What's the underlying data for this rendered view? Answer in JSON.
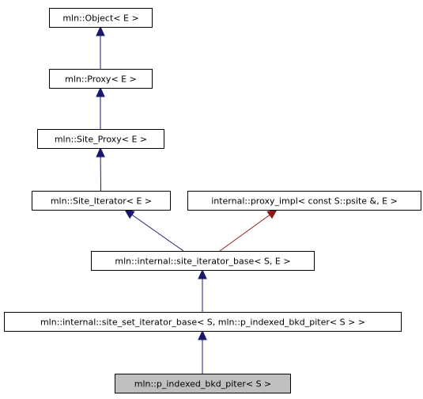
{
  "diagram": {
    "nodes": [
      {
        "id": "object",
        "label": "mln::Object< E >",
        "highlighted": false
      },
      {
        "id": "proxy",
        "label": "mln::Proxy< E >",
        "highlighted": false
      },
      {
        "id": "site_proxy",
        "label": "mln::Site_Proxy< E >",
        "highlighted": false
      },
      {
        "id": "site_iterator",
        "label": "mln::Site_Iterator< E >",
        "highlighted": false
      },
      {
        "id": "proxy_impl",
        "label": "internal::proxy_impl< const S::psite &, E >",
        "highlighted": false
      },
      {
        "id": "site_iterator_base",
        "label": "mln::internal::site_iterator_base< S, E >",
        "highlighted": false
      },
      {
        "id": "site_set_iterator_base",
        "label": "mln::internal::site_set_iterator_base< S, mln::p_indexed_bkd_piter< S > >",
        "highlighted": false
      },
      {
        "id": "p_indexed_bkd_piter",
        "label": "mln::p_indexed_bkd_piter< S >",
        "highlighted": true
      }
    ],
    "edges": [
      {
        "from": "proxy",
        "to": "object",
        "kind": "public"
      },
      {
        "from": "site_proxy",
        "to": "proxy",
        "kind": "public"
      },
      {
        "from": "site_iterator",
        "to": "site_proxy",
        "kind": "public"
      },
      {
        "from": "site_iterator_base",
        "to": "site_iterator",
        "kind": "public"
      },
      {
        "from": "site_iterator_base",
        "to": "proxy_impl",
        "kind": "protected"
      },
      {
        "from": "site_set_iterator_base",
        "to": "site_iterator_base",
        "kind": "public"
      },
      {
        "from": "p_indexed_bkd_piter",
        "to": "site_set_iterator_base",
        "kind": "public"
      }
    ],
    "colors": {
      "public": "#191970",
      "protected": "#8b1a1a",
      "highlight_fill": "#bfbfbf",
      "node_fill": "#ffffff",
      "border": "#000000"
    }
  }
}
